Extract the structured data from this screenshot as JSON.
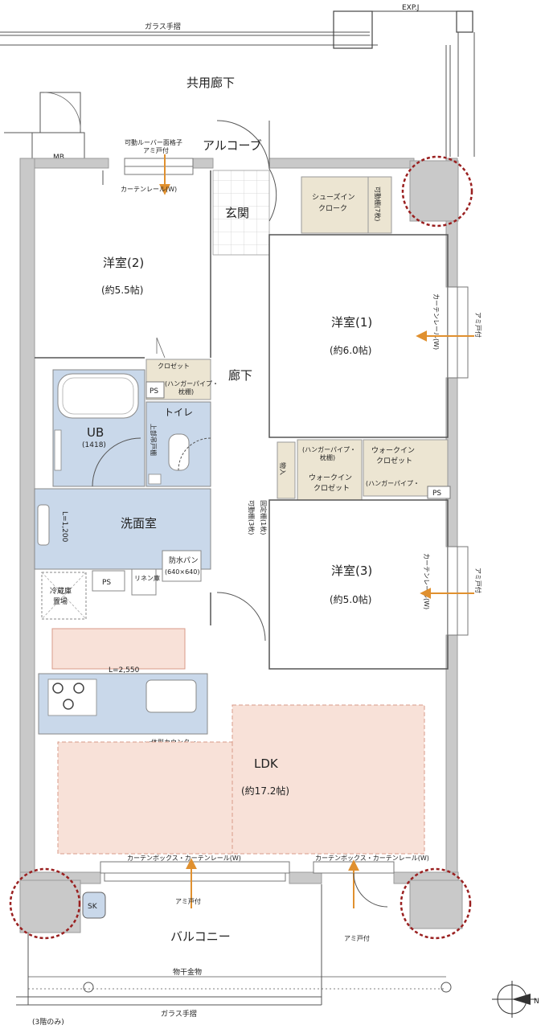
{
  "labels": {
    "exp_joint": "EXP.J",
    "glass_rail_top": "ガラス手摺",
    "common_corridor": "共用廊下",
    "mb": "MB",
    "louver": "可動ルーバー面格子",
    "screen_door": "アミ戸付",
    "alcove": "アルコーブ",
    "curtain_rail_w": "カーテンレール(W)",
    "entrance": "玄関",
    "shoes_in_closet": "シューズイン",
    "shoes_in_closet_2": "クローク",
    "movable_shelf_7": "可動棚(7枚)",
    "western_room_2": "洋室(2)",
    "western_room_2_size": "(約5.5帖)",
    "western_room_1": "洋室(1)",
    "western_room_1_size": "(約6.0帖)",
    "curtain_rail_vertical": "カーテンレール(W)",
    "closet": "クロゼット",
    "hanger_pipe": "(ハンガーパイプ・",
    "pillow_shelf": "枕棚)",
    "ps": "PS",
    "hallway": "廊下",
    "ub": "UB",
    "ub_size": "(1418)",
    "toilet": "トイレ",
    "upper_cabinet": "上部吊戸棚",
    "storage": "物入",
    "hanger_pipe_shelf": "(ハンガーパイプ・",
    "pillow_shelf_2": "枕棚)",
    "walk_in_closet": "ウォークイン",
    "walk_in_closet_2": "クロゼット",
    "fixed_shelf": "固定棚(1枚)",
    "movable_shelf_3": "可動棚(3枚)",
    "washroom": "洗面室",
    "l_1200": "L=1,200",
    "waterproof_pan": "防水パン",
    "waterproof_pan_size": "(640×640)",
    "linen_storage": "リネン庫",
    "fridge_space": "冷蔵庫",
    "fridge_space_2": "置場",
    "western_room_3": "洋室(3)",
    "western_room_3_size": "(約5.0帖)",
    "l_2550": "L=2,550",
    "integrated_counter": "一体型カウンター",
    "ldk": "LDK",
    "ldk_size": "(約17.2帖)",
    "curtain_box_rail": "カーテンボックス・カーテンレール(W)",
    "curtain_box_rail_2": "カーテンボックス・カーテンレール(W)",
    "sk": "SK",
    "balcony": "バルコニー",
    "drying_hardware": "物干金物",
    "glass_rail_bottom": "ガラス手摺",
    "floor_3_only": "(3階のみ)",
    "north": "N"
  },
  "colors": {
    "wall": "#c9c9c9",
    "wall_stroke": "#9a9a9a",
    "blue_area": "#c9d8ea",
    "pink_area": "#f8e1d8",
    "pink_stroke": "#d89a88",
    "tan_area": "#ece5d2",
    "arrow_orange": "#e0902f",
    "dotted_red": "#9a2020",
    "tile_line": "#cfcfcf"
  }
}
